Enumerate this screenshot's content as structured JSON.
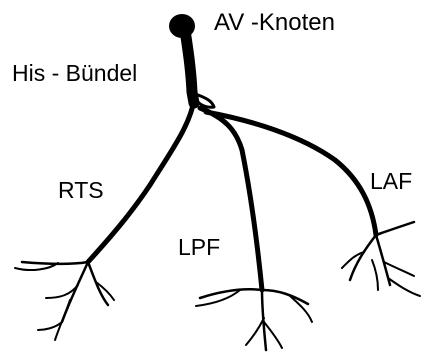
{
  "labels": {
    "av_node": "AV -Knoten",
    "his_bundle": "His - Bündel",
    "rts": "RTS",
    "lpf": "LPF",
    "laf": "LAF"
  },
  "colors": {
    "background": "#ffffff",
    "ink": "#000000"
  }
}
